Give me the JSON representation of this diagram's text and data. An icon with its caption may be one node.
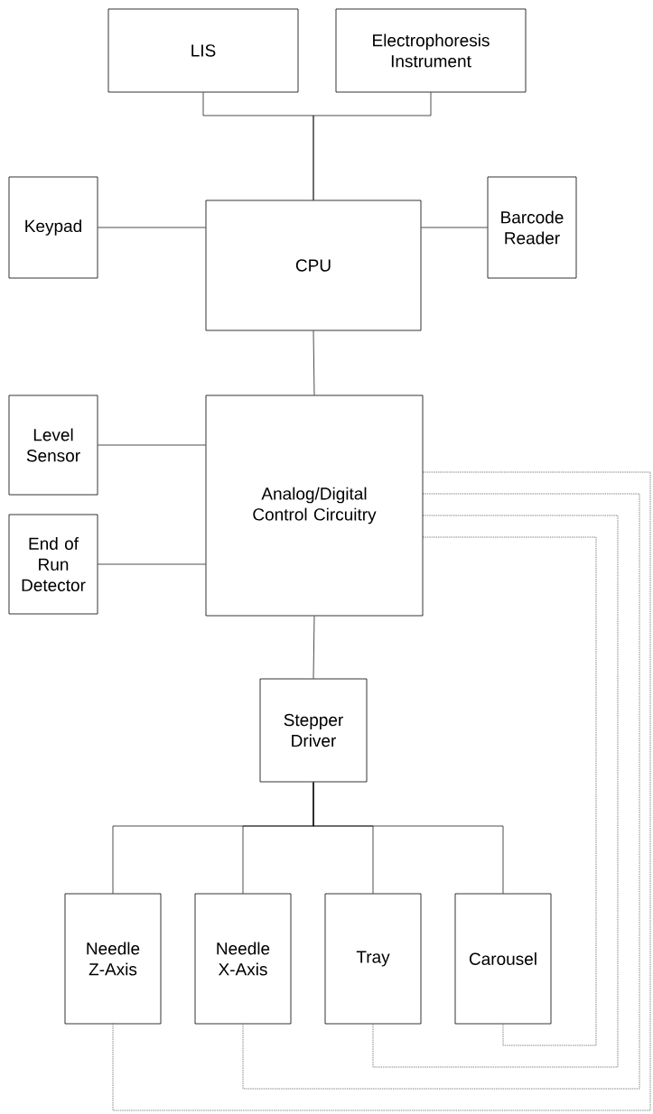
{
  "diagram": {
    "nodes": [
      {
        "text": [
          "LIS"
        ]
      },
      {
        "text": [
          "Electrophoresis Instrument"
        ]
      },
      {
        "text": [
          "Keypad"
        ]
      },
      {
        "text": [
          "CPU"
        ]
      },
      {
        "text": [
          "Barcode Reader"
        ]
      },
      {
        "text": [
          "Level Sensor"
        ]
      },
      {
        "text": [
          "Analog/Digital Control Circuitry"
        ]
      },
      {
        "text": [
          "End of Run Detector"
        ]
      },
      {
        "text": [
          "Stepper Driver"
        ]
      },
      {
        "text": [
          "Needle Z-Axis"
        ]
      },
      {
        "text": [
          "Needle X-Axis"
        ]
      },
      {
        "text": [
          "Tray"
        ]
      },
      {
        "text": [
          "Carousel"
        ]
      }
    ],
    "edges": [
      {
        "from": 0,
        "to": 3,
        "arrow": "none"
      },
      {
        "from": 1,
        "to": 3,
        "arrow": "none"
      },
      {
        "from": 2,
        "to": 3,
        "arrow": "none"
      },
      {
        "from": 3,
        "to": 4,
        "arrow": "none"
      },
      {
        "from": 3,
        "to": 6,
        "arrow": "none"
      },
      {
        "from": 5,
        "to": 6,
        "arrow": "none"
      },
      {
        "from": 7,
        "to": 6,
        "arrow": "none"
      },
      {
        "from": 6,
        "to": 8,
        "arrow": "none"
      },
      {
        "from": 8,
        "to": 9,
        "arrow": "none"
      },
      {
        "from": 8,
        "to": 10,
        "arrow": "none"
      },
      {
        "from": 8,
        "to": 11,
        "arrow": "none"
      },
      {
        "from": 8,
        "to": 12,
        "arrow": "none"
      },
      {
        "from": 6,
        "to": 9,
        "arrow": "none",
        "style": "dashed"
      },
      {
        "from": 6,
        "to": 10,
        "arrow": "none",
        "style": "dashed"
      },
      {
        "from": 6,
        "to": 11,
        "arrow": "none",
        "style": "dashed"
      },
      {
        "from": 6,
        "to": 12,
        "arrow": "none",
        "style": "dashed"
      }
    ]
  }
}
